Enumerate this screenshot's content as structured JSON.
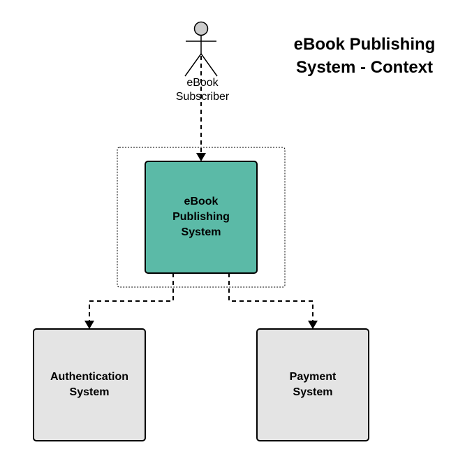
{
  "diagram": {
    "title_lines": [
      "eBook Publishing",
      "System - Context"
    ],
    "actor": {
      "label_lines": [
        "eBook",
        "Subscriber"
      ]
    },
    "main_system": {
      "label_lines": [
        "eBook",
        "Publishing",
        "System"
      ]
    },
    "authentication_system": {
      "label_lines": [
        "Authentication",
        "System"
      ]
    },
    "payment_system": {
      "label_lines": [
        "Payment",
        "System"
      ]
    }
  },
  "colors": {
    "main_box_fill": "#5bbaa7",
    "external_box_fill": "#e4e4e4",
    "stroke": "#000000",
    "actor_head_fill": "#cccccc"
  }
}
